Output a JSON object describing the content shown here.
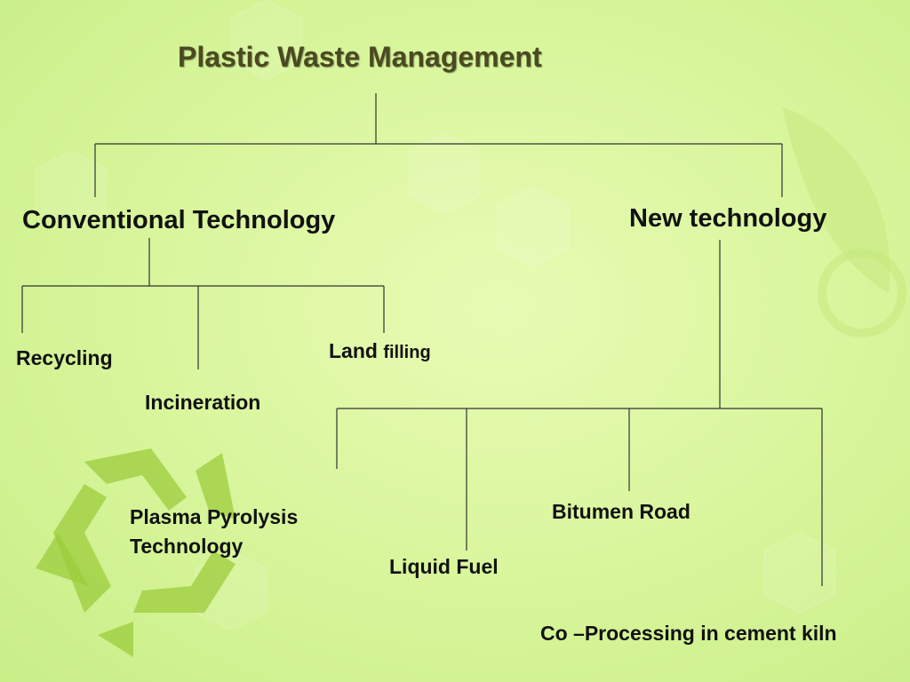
{
  "title": "Plastic Waste Management",
  "branches": {
    "conventional": {
      "label": "Conventional Technology",
      "children": {
        "recycling": "Recycling",
        "incineration": "Incineration",
        "land": "Land",
        "filling": "filling"
      }
    },
    "new": {
      "label": "New technology",
      "children": {
        "plasma_line1": "Plasma Pyrolysis",
        "plasma_line2": "Technology",
        "liquid_fuel": "Liquid Fuel",
        "bitumen_road": "Bitumen Road",
        "co_processing": "Co –Processing in cement kiln"
      }
    }
  },
  "colors": {
    "background": "#d7f59a",
    "title_text": "#4a4a20",
    "connector": "#333333",
    "recycle_symbol": "#9ccc3c"
  },
  "decor": {
    "recycle_symbol": "recycle-icon"
  }
}
